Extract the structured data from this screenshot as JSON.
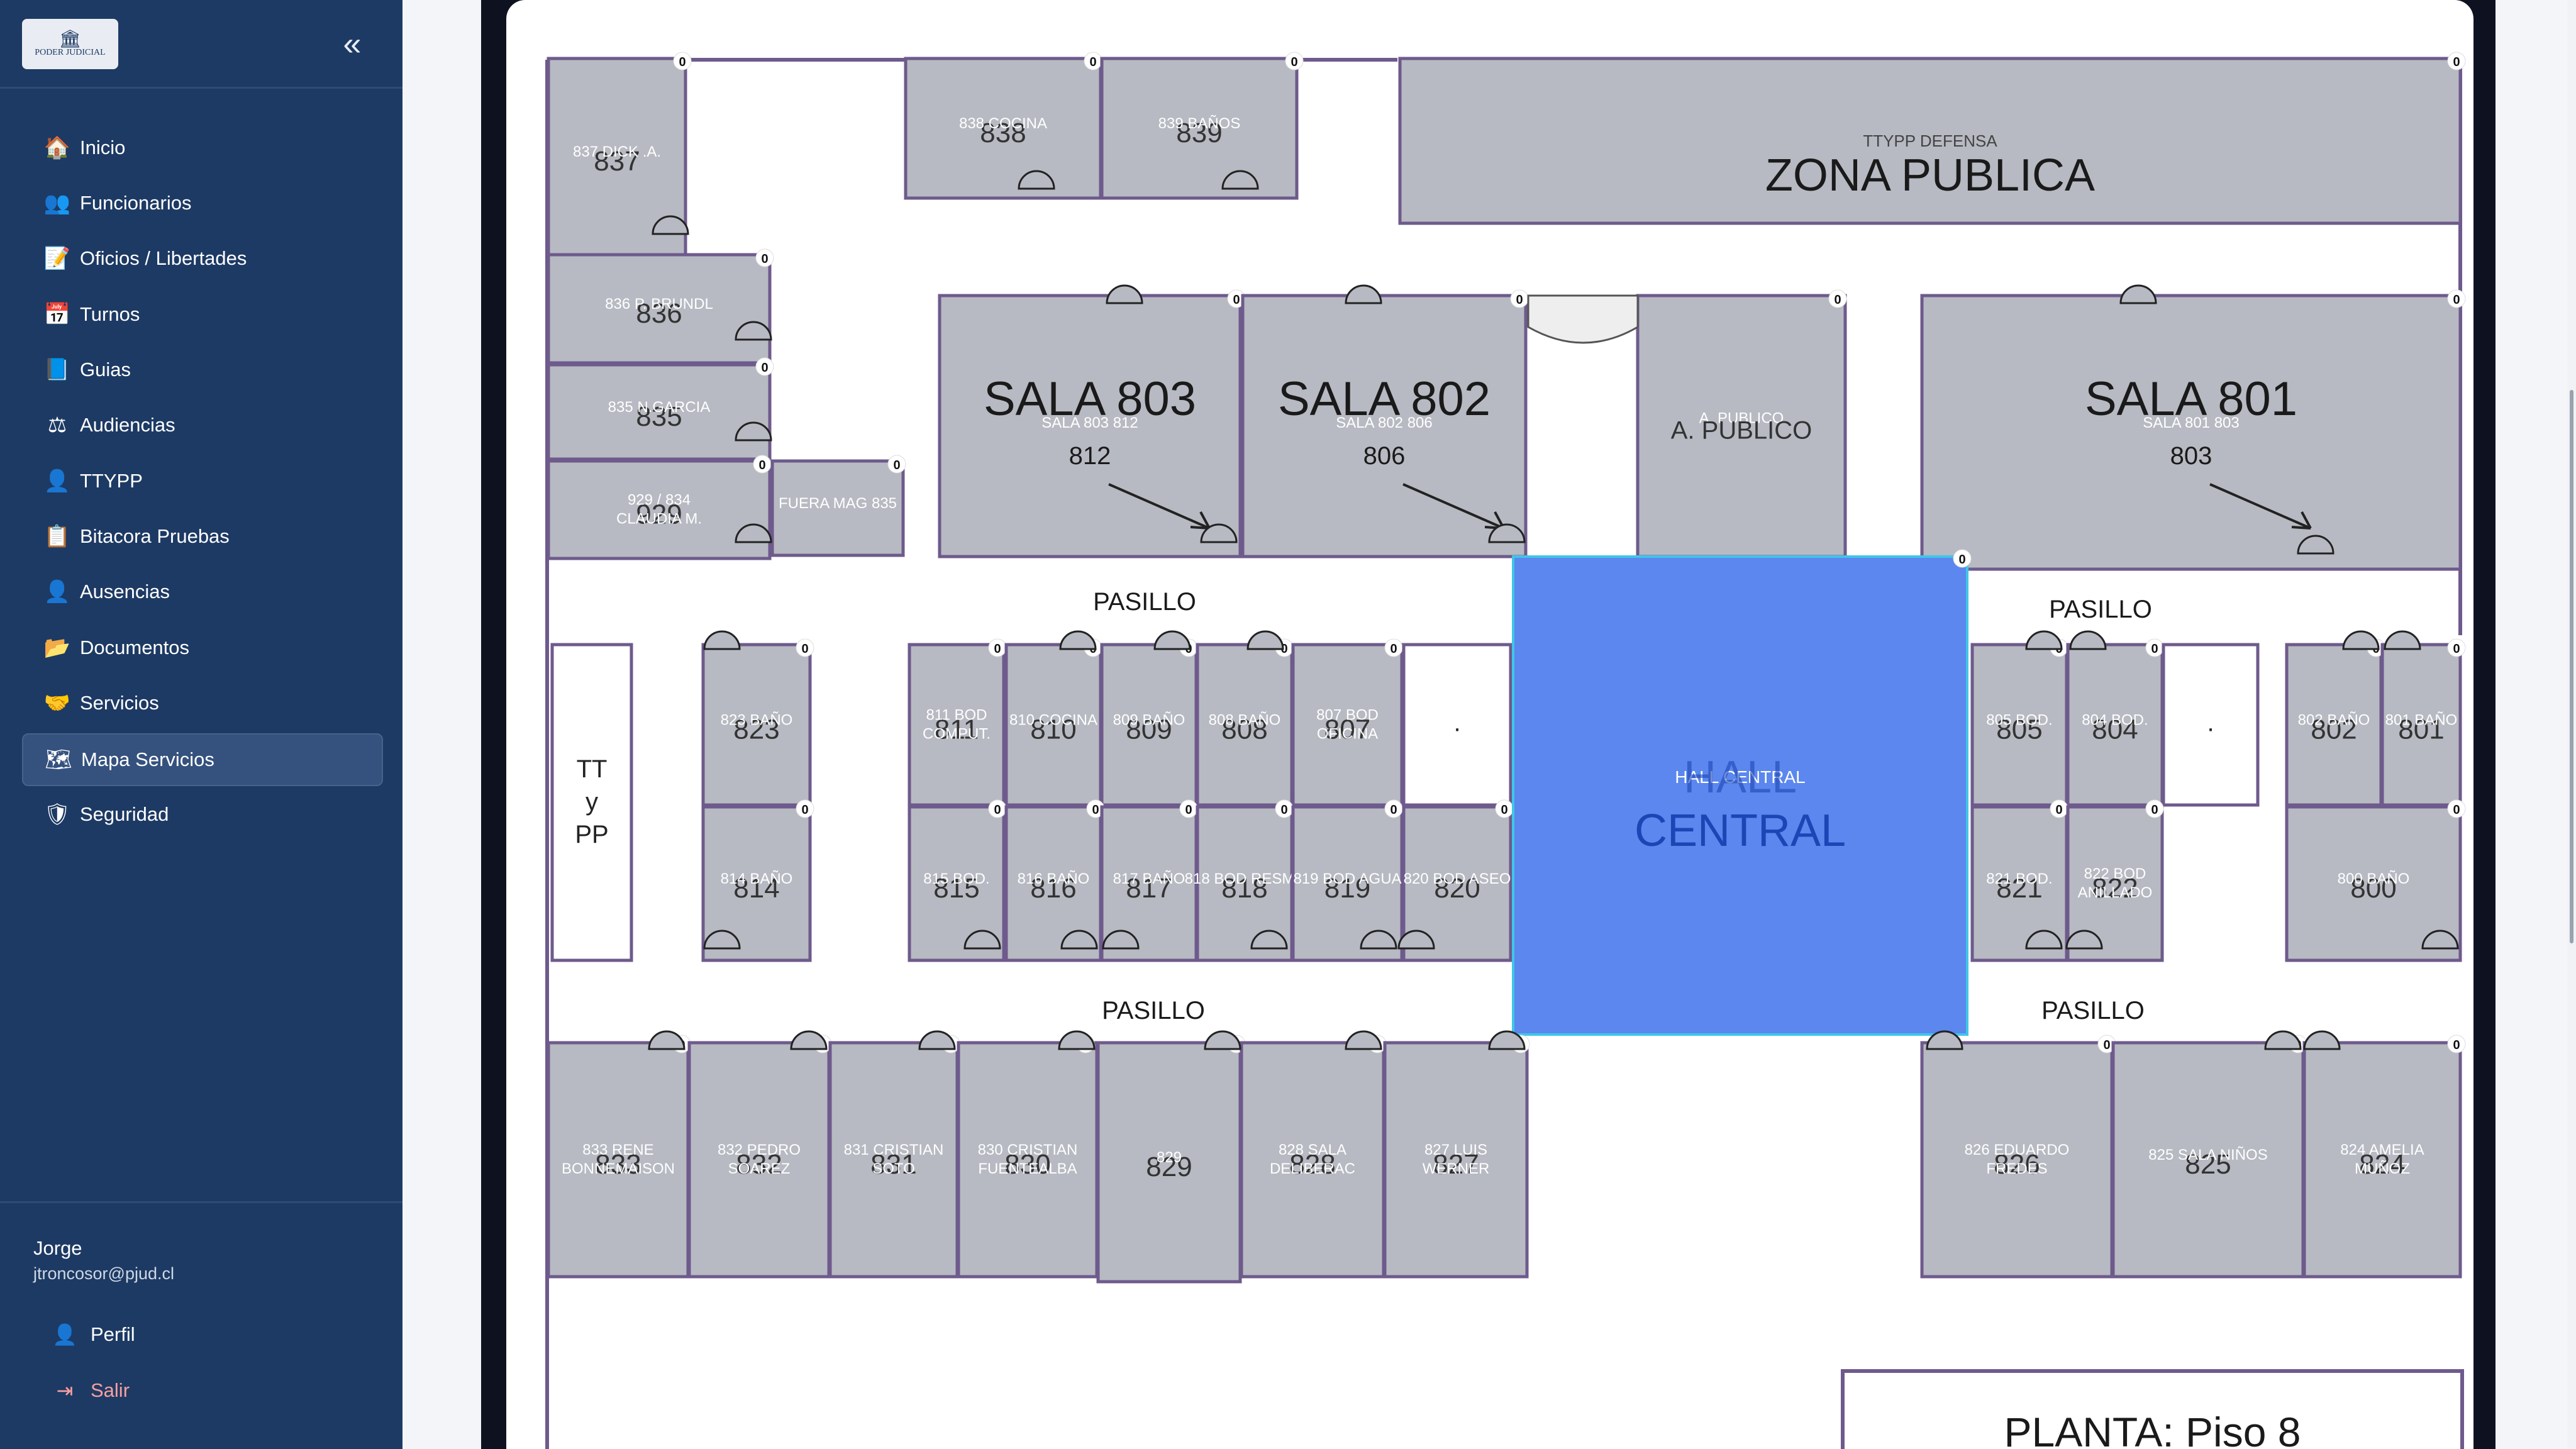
{
  "app": {
    "logo_text": "PODER JUDICIAL",
    "logo_icon": "courthouse-icon",
    "collapse_icon": "double-chevron-left-icon"
  },
  "nav": [
    {
      "label": "Inicio",
      "icon": "home-icon",
      "glyph": "🏠"
    },
    {
      "label": "Funcionarios",
      "icon": "users-icon",
      "glyph": "👥"
    },
    {
      "label": "Oficios / Libertades",
      "icon": "file-signature-icon",
      "glyph": "📝"
    },
    {
      "label": "Turnos",
      "icon": "calendar-icon",
      "glyph": "📅"
    },
    {
      "label": "Guias",
      "icon": "book-icon",
      "glyph": "📘"
    },
    {
      "label": "Audiencias",
      "icon": "gavel-icon",
      "glyph": "⚖"
    },
    {
      "label": "TTYPP",
      "icon": "user-shield-icon",
      "glyph": "👤"
    },
    {
      "label": "Bitacora Pruebas",
      "icon": "clipboard-icon",
      "glyph": "📋"
    },
    {
      "label": "Ausencias",
      "icon": "user-clock-icon",
      "glyph": "👤"
    },
    {
      "label": "Documentos",
      "icon": "folder-icon",
      "glyph": "📂"
    },
    {
      "label": "Servicios",
      "icon": "hands-helping-icon",
      "glyph": "🤝"
    },
    {
      "label": "Mapa Servicios",
      "icon": "map-marked-icon",
      "glyph": "🗺",
      "active": true
    },
    {
      "label": "Seguridad",
      "icon": "shield-icon",
      "glyph": "🛡"
    }
  ],
  "user": {
    "name": "Jorge",
    "email": "jtroncosor@pjud.cl",
    "profile_label": "Perfil",
    "profile_icon": "user-icon",
    "logout_label": "Salir",
    "logout_icon": "sign-out-icon"
  },
  "colors": {
    "sidebar_bg": "#1d3a64",
    "room_fill": "#b7bac2",
    "room_border": "#6e5a8c",
    "hall_fill": "#5b87ee",
    "hall_border": "#3fc6e8",
    "hall_text": "#1c45b5"
  },
  "map": {
    "rooms": [
      {
        "id": "837",
        "label": "837 DICK .A.",
        "big": "837",
        "badge": "0"
      },
      {
        "id": "838",
        "label": "838 COCINA",
        "big": "838",
        "badge": "0"
      },
      {
        "id": "839",
        "label": "839 BAÑOS",
        "big": "839",
        "badge": "0"
      },
      {
        "id": "zona-publica",
        "label": "TTYPP DEFENSA",
        "big": "ZONA PUBLICA",
        "badge": "0"
      },
      {
        "id": "836",
        "label": "836 P. BRUNDL",
        "big": "836",
        "badge": "0"
      },
      {
        "id": "835",
        "label": "835 N.GARCIA",
        "big": "835",
        "badge": "0"
      },
      {
        "id": "929",
        "label": "929 / 834 CLAUDIA M.",
        "big": "929",
        "badge": "0"
      },
      {
        "id": "fuera-mag",
        "label": "FUERA MAG 835",
        "big": "",
        "badge": "0"
      },
      {
        "id": "sala-803",
        "label": "SALA 803 812",
        "big": "SALA 803",
        "sub": "812",
        "badge": "0"
      },
      {
        "id": "sala-802",
        "label": "SALA 802 806",
        "big": "SALA 802",
        "sub": "806",
        "badge": "0"
      },
      {
        "id": "a-publico",
        "label": "A. PUBLICO",
        "big": "A. PUBLICO",
        "badge": "0"
      },
      {
        "id": "sala-801",
        "label": "SALA 801 803",
        "big": "SALA 801",
        "sub": "803",
        "badge": "0"
      },
      {
        "id": "ttypp-box",
        "label": "",
        "big": "TT y PP",
        "badge": ""
      },
      {
        "id": "823",
        "label": "823 BAÑO",
        "big": "823",
        "badge": "0"
      },
      {
        "id": "814",
        "label": "814 BAÑO",
        "big": "814",
        "badge": "0"
      },
      {
        "id": "811",
        "label": "811 BOD COMPUT.",
        "big": "811",
        "badge": "0"
      },
      {
        "id": "810",
        "label": "810 COCINA",
        "big": "810",
        "badge": "0"
      },
      {
        "id": "809",
        "label": "809 BAÑO",
        "big": "809",
        "badge": "0"
      },
      {
        "id": "808",
        "label": "808 BAÑO",
        "big": "808",
        "badge": "0"
      },
      {
        "id": "807",
        "label": "807 BOD OFICINA",
        "big": "807",
        "badge": "0"
      },
      {
        "id": "dot-1",
        "label": ".",
        "big": "",
        "badge": ""
      },
      {
        "id": "815",
        "label": "815 BOD.",
        "big": "815",
        "badge": "0"
      },
      {
        "id": "816",
        "label": "816 BAÑO",
        "big": "816",
        "badge": "0"
      },
      {
        "id": "817",
        "label": "817 BAÑO",
        "big": "817",
        "badge": "0"
      },
      {
        "id": "818",
        "label": "818 BOD RESMA",
        "big": "818",
        "badge": "0"
      },
      {
        "id": "819",
        "label": "819 BOD AGUA",
        "big": "819",
        "badge": "0"
      },
      {
        "id": "820",
        "label": "820 BOD ASEO",
        "big": "820",
        "badge": "0"
      },
      {
        "id": "hall-central",
        "label": "HALL CENTRAL",
        "big": "HALL CENTRAL",
        "badge": "0"
      },
      {
        "id": "805",
        "label": "805 BOD.",
        "big": "805",
        "badge": "0"
      },
      {
        "id": "804",
        "label": "804 BOD.",
        "big": "804",
        "badge": "0"
      },
      {
        "id": "dot-2",
        "label": ".",
        "big": "",
        "badge": "0"
      },
      {
        "id": "802",
        "label": "802 BAÑO",
        "big": "802",
        "badge": "0"
      },
      {
        "id": "801",
        "label": "801 BAÑO",
        "big": "801",
        "badge": "0"
      },
      {
        "id": "821",
        "label": "821 BOD.",
        "big": "821",
        "badge": "0"
      },
      {
        "id": "822",
        "label": "822 BOD ANILLADO",
        "big": "822",
        "badge": "0"
      },
      {
        "id": "800",
        "label": "800 BAÑO",
        "big": "800",
        "badge": "0"
      },
      {
        "id": "833",
        "label": "833 RENE BONNEMAISON",
        "big": "833",
        "badge": "0"
      },
      {
        "id": "832",
        "label": "832 PEDRO SOAREZ",
        "big": "832",
        "badge": "0"
      },
      {
        "id": "831",
        "label": "831 CRISTIAN SOTO",
        "big": "831",
        "badge": "0"
      },
      {
        "id": "830",
        "label": "830 CRISTIAN FUENTEALBA",
        "big": "830",
        "badge": "0"
      },
      {
        "id": "829",
        "label": "829",
        "big": "829",
        "badge": "0"
      },
      {
        "id": "828",
        "label": "828 SALA DELIBERAC",
        "big": "828",
        "badge": "0"
      },
      {
        "id": "827",
        "label": "827 LUIS WERNER",
        "big": "827",
        "badge": "0"
      },
      {
        "id": "826",
        "label": "826 EDUARDO FREDES",
        "big": "826",
        "badge": "0"
      },
      {
        "id": "825",
        "label": "825 SALA NIÑOS",
        "big": "825",
        "badge": "0"
      },
      {
        "id": "824",
        "label": "824 AMELIA MUÑOZ",
        "big": "824",
        "badge": "0"
      },
      {
        "id": "planta",
        "label": "",
        "big": "PLANTA: Piso 8",
        "badge": ""
      }
    ],
    "corridors": [
      "PASILLO",
      "PASILLO",
      "PASILLO",
      "PASILLO"
    ]
  }
}
